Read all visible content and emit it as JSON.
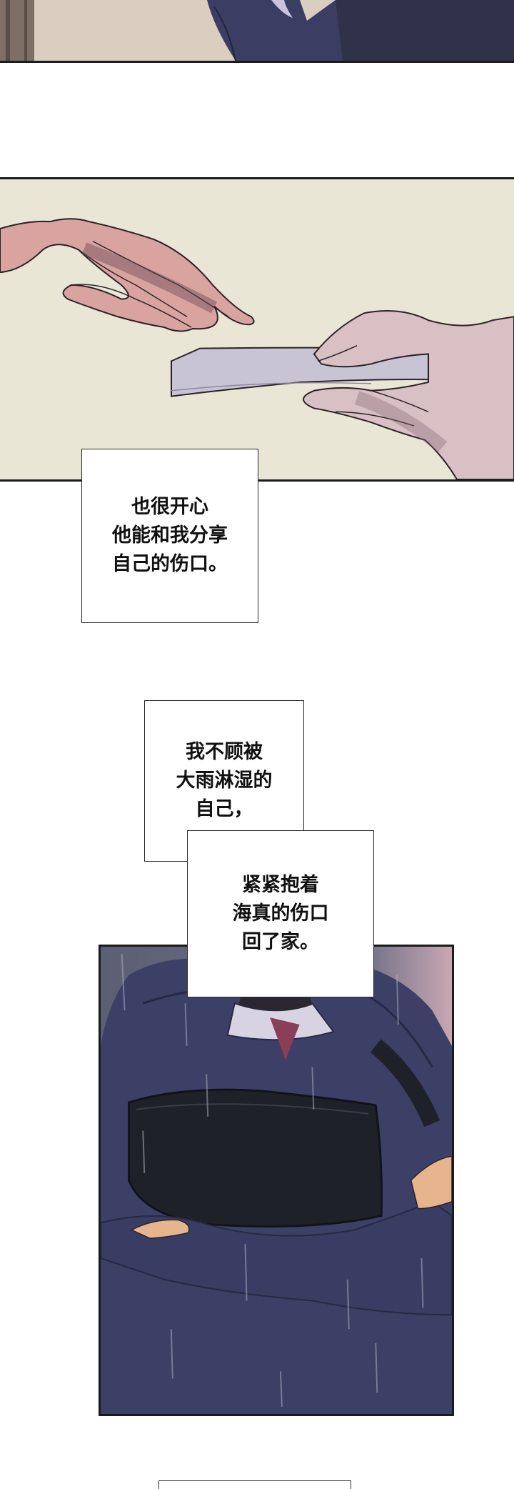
{
  "captions": {
    "bubble_1": [
      "也很开心",
      "他能和我分享",
      "自己的伤口。"
    ],
    "bubble_2": [
      "我不顾被",
      "大雨淋湿的",
      "自己，"
    ],
    "bubble_3": [
      "紧紧抱着",
      "海真的伤口",
      "回了家。"
    ]
  },
  "panels": {
    "top": "figure-in-dark-hoodie-cropped",
    "hands": "hands-passing-paper-slip",
    "rain": "figure-hugging-bag-in-rain"
  },
  "colors": {
    "panel_border": "#1b1b1b",
    "paper_bg": "#eae6d6",
    "skin_left": "#d9a3a0",
    "skin_right": "#d8c0c4",
    "hoodie": "#3c3f66",
    "rain_bg": "#6d6f86"
  }
}
